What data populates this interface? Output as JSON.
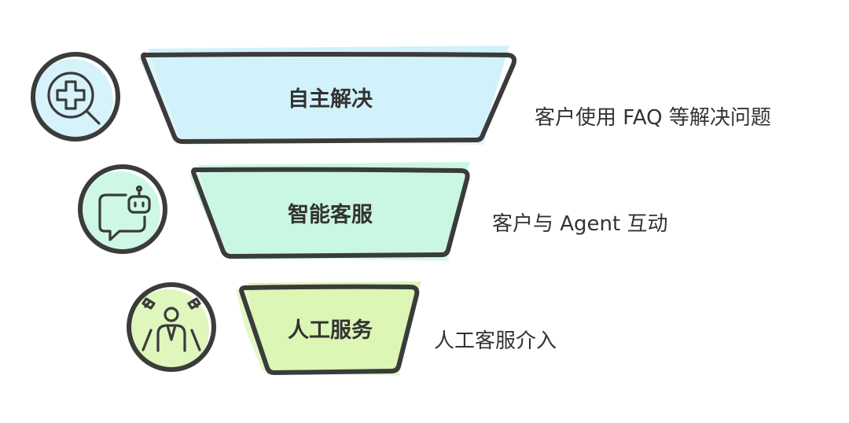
{
  "tiers": [
    {
      "title": "自主解决",
      "description": "客户使用 FAQ 等解决问题",
      "icon": "medical-search-icon",
      "color": "#d1f1fb"
    },
    {
      "title": "智能客服",
      "description": "客户与 Agent 互动",
      "icon": "chatbot-icon",
      "color": "#c9f7e2"
    },
    {
      "title": "人工服务",
      "description": "人工客服介入",
      "icon": "person-spotlight-icon",
      "color": "#dcf5b5"
    }
  ]
}
